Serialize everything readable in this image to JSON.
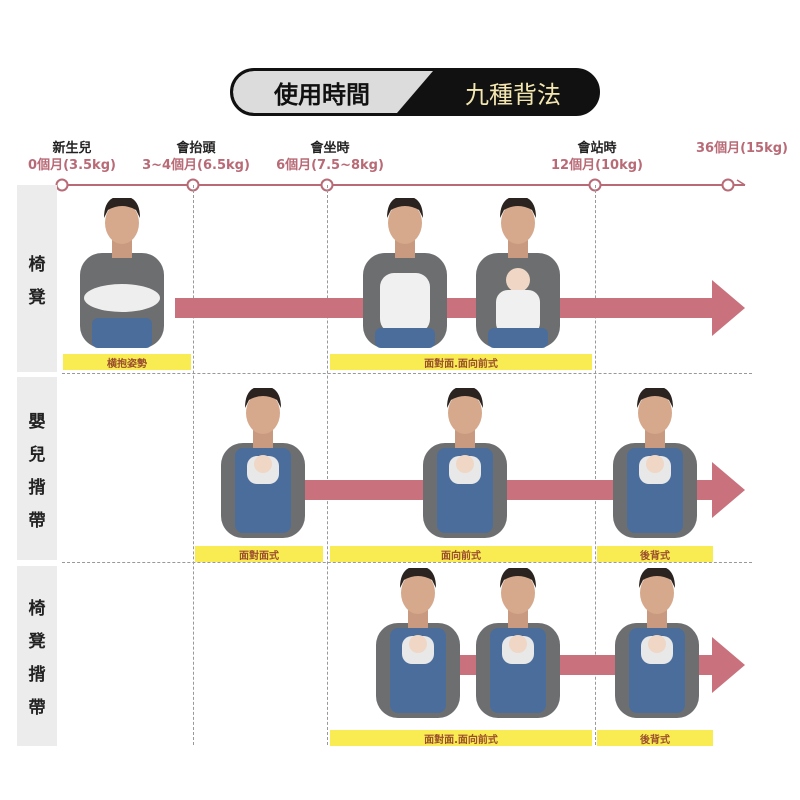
{
  "header": {
    "left": "使用時間",
    "right": "九種背法"
  },
  "stages": [
    {
      "name": "新生兒",
      "age": "0個月(3.5kg)"
    },
    {
      "name": "會抬頭",
      "age": "3~4個月(6.5kg)"
    },
    {
      "name": "會坐時",
      "age": "6個月(7.5~8kg)"
    },
    {
      "name": "會站時",
      "age": "12個月(10kg)"
    },
    {
      "name": "",
      "age": "36個月(15kg)"
    }
  ],
  "rows": [
    {
      "label": [
        "椅",
        "凳"
      ],
      "tags": [
        "横抱姿勢",
        "面對面.面向前式"
      ]
    },
    {
      "label": [
        "嬰",
        "兒",
        "揹",
        "帶"
      ],
      "tags": [
        "面對面式",
        "面向前式",
        "後背式"
      ]
    },
    {
      "label": [
        "椅",
        "凳",
        "揹",
        "帶"
      ],
      "tags": [
        "面對面.面向前式",
        "後背式"
      ]
    }
  ],
  "colors": {
    "timeline": "#b86a76",
    "arrow": "#c9727d",
    "tag": "#f9ec52",
    "carrier": "#4a6d9c"
  }
}
